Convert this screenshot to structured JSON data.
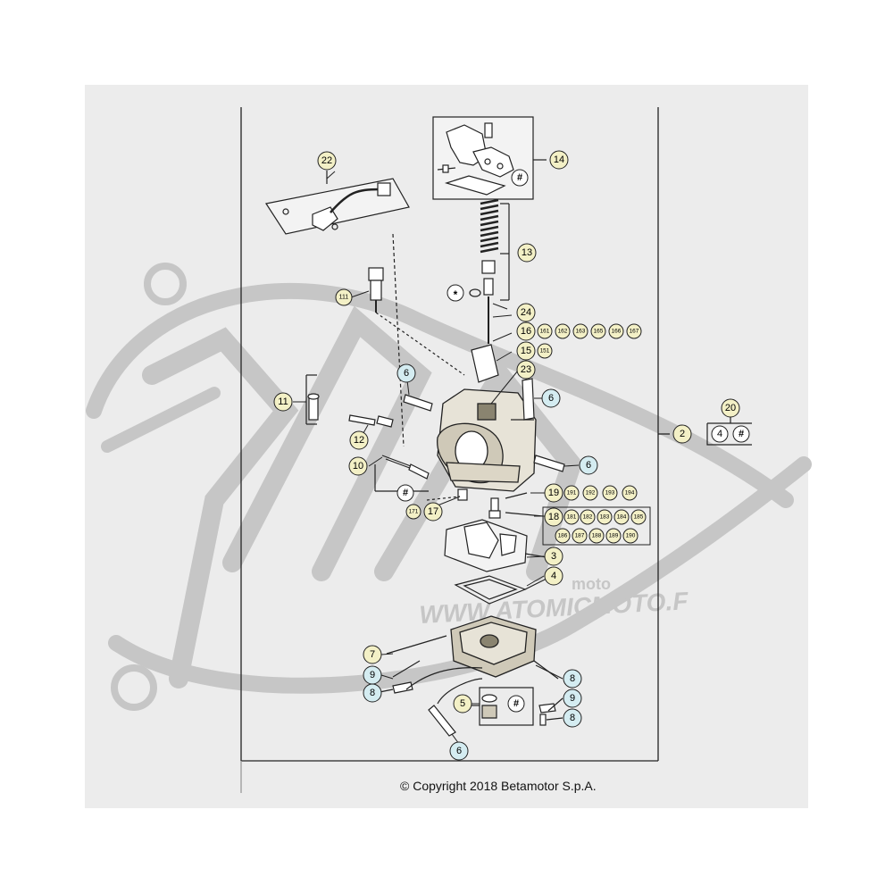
{
  "watermark": {
    "brand_small": "moto",
    "url": "WWW.ATOMICMOTO.F"
  },
  "copyright": "© Copyright 2018 Betamotor S.p.A.",
  "colors": {
    "background": "#ececec",
    "callout_yellow": "#f3f0c6",
    "callout_blue": "#d4ecf1",
    "line": "#222222",
    "watermark": "#c6c6c6"
  },
  "callouts": {
    "c2": "2",
    "c3": "3",
    "c4": "4",
    "c5": "5",
    "c6a": "6",
    "c6b": "6",
    "c6c": "6",
    "c6d": "6",
    "c7": "7",
    "c8a": "8",
    "c8b": "8",
    "c8c": "8",
    "c9a": "9",
    "c9b": "9",
    "c10": "10",
    "c11": "11",
    "c12": "12",
    "c13": "13",
    "c14": "14",
    "c15": "15",
    "c16": "16",
    "c17": "17",
    "c18": "18",
    "c19": "19",
    "c20": "20",
    "c22": "22",
    "c23": "23",
    "c24": "24",
    "c111": "111",
    "c151": "151",
    "c171": "171",
    "c161": "161",
    "c162": "162",
    "c163": "163",
    "c165": "165",
    "c166": "166",
    "c167": "167",
    "c191": "191",
    "c192": "192",
    "c193": "193",
    "c194": "194",
    "c181": "181",
    "c182": "182",
    "c183": "183",
    "c184": "184",
    "c185": "185",
    "c186": "186",
    "c187": "187",
    "c188": "188",
    "c189": "189",
    "c190": "190",
    "c20_4": "4",
    "hash": "#",
    "star": "*"
  }
}
